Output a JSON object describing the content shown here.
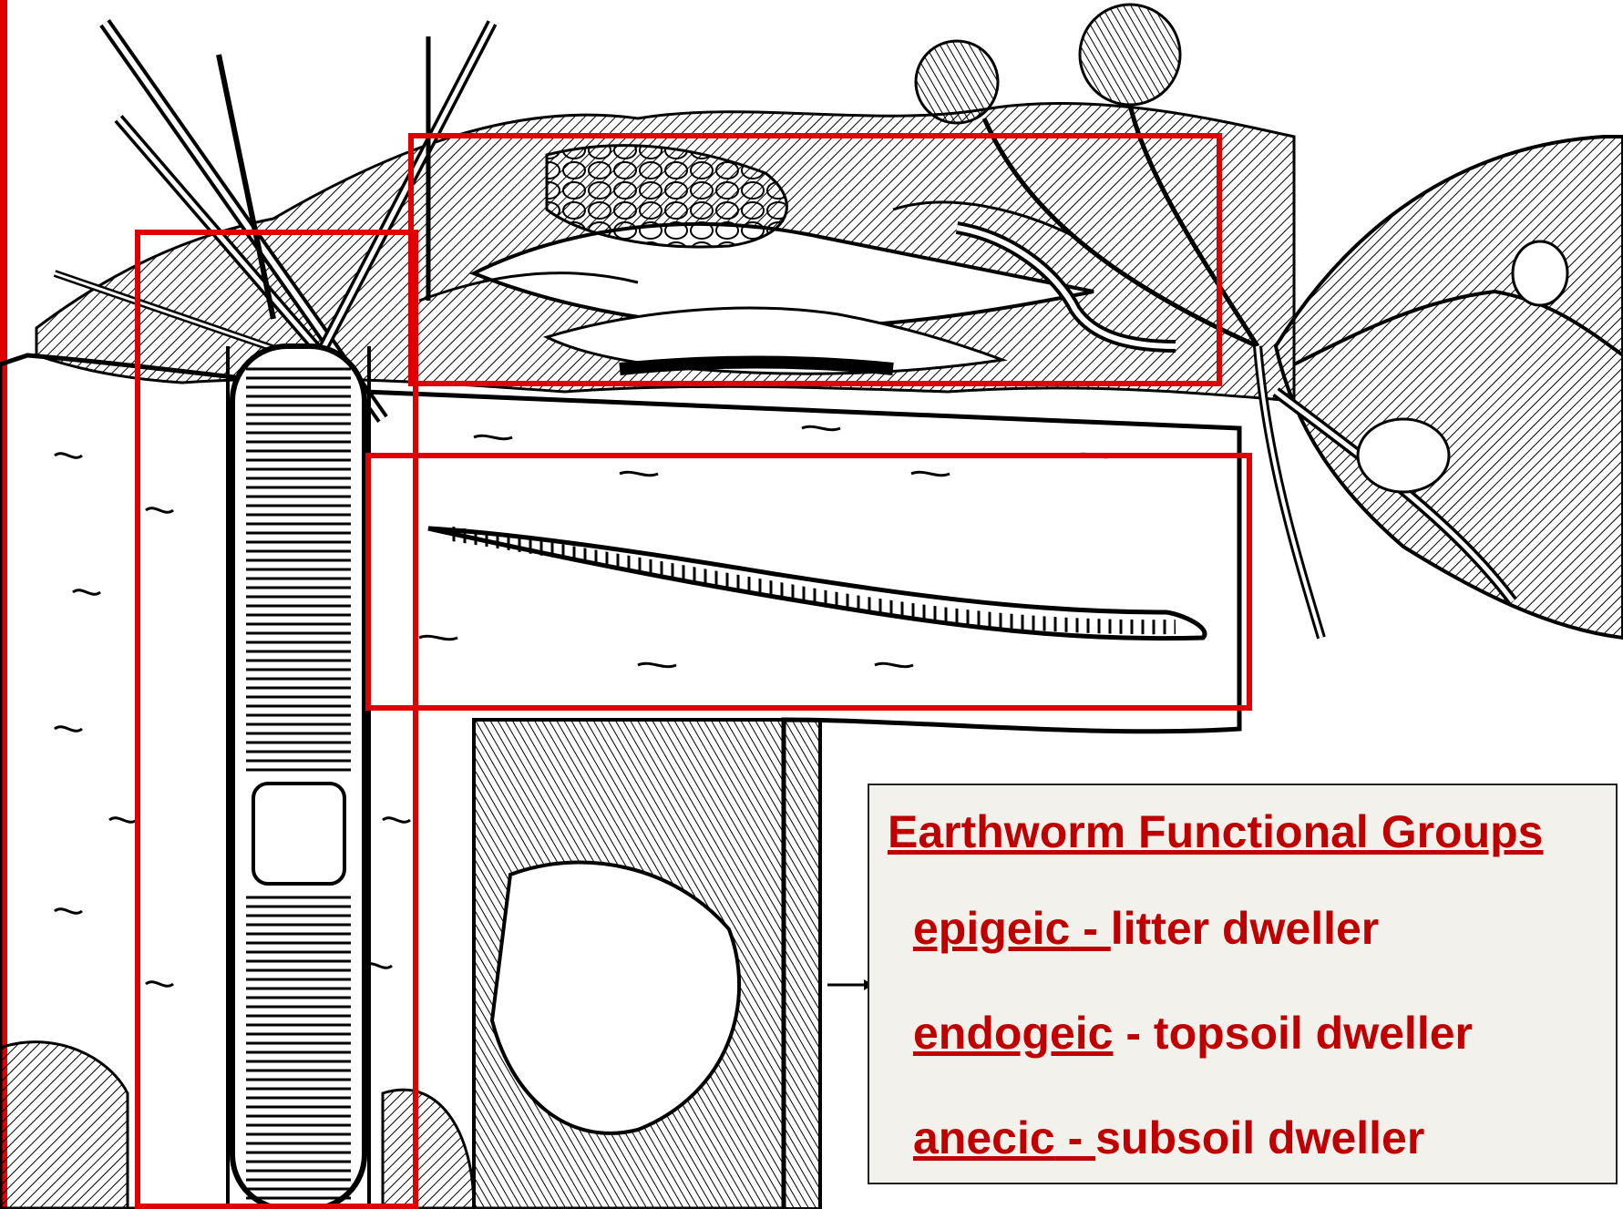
{
  "figure": {
    "legend": {
      "title": "Earthworm Functional Groups",
      "items": [
        {
          "term": "epigeic",
          "separator": " - ",
          "description": "litter dweller"
        },
        {
          "term": "endogeic",
          "separator": " - ",
          "description": "topsoil dweller"
        },
        {
          "term": "anecic",
          "separator": " - ",
          "description": "subsoil dweller"
        }
      ]
    },
    "colors": {
      "highlight": "#e00000",
      "legend_text": "#c00000",
      "legend_background": "#f3f1ec",
      "ink": "#000000"
    },
    "illustration": {
      "subject": "soil cross-section with plant litter, dandelion and earthworms",
      "highlighted_regions": [
        "litter-layer-worms",
        "topsoil-worm",
        "deep-burrow-worm"
      ]
    }
  }
}
